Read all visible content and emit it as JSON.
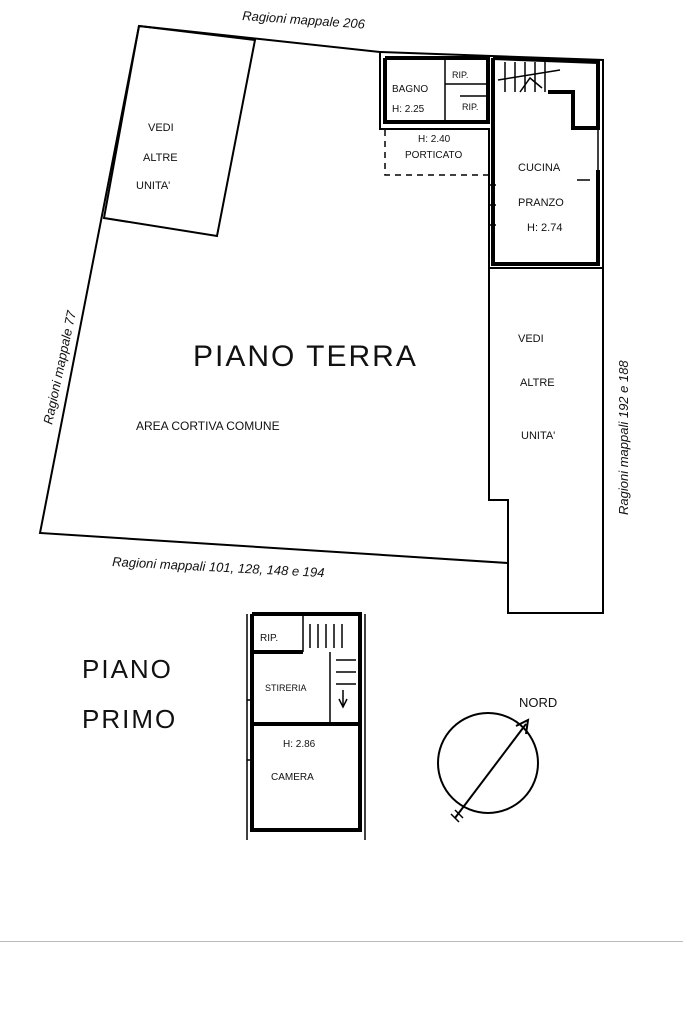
{
  "boundaries": {
    "top": "Ragioni mappale 206",
    "left": "Ragioni mappale 77",
    "right": "Ragioni mappali 192 e 188",
    "bottom": "Ragioni mappali 101, 128, 148 e 194"
  },
  "ground_floor": {
    "title": "PIANO TERRA",
    "courtyard": "AREA CORTIVA COMUNE",
    "other_units_nw": [
      "VEDI",
      "ALTRE",
      "UNITA'"
    ],
    "other_units_e": [
      "VEDI",
      "ALTRE",
      "UNITA'"
    ],
    "bagno": "BAGNO",
    "bagno_height": "H: 2.25",
    "rip_1": "RIP.",
    "rip_2": "RIP.",
    "portico_height": "H: 2.40",
    "porticato": "PORTICATO",
    "cucina": "CUCINA",
    "pranzo": "PRANZO",
    "pranzo_height": "H: 2.74"
  },
  "first_floor": {
    "title_line1": "PIANO",
    "title_line2": "PRIMO",
    "rip": "RIP.",
    "stireria": "STIRERIA",
    "camera_height": "H: 2.86",
    "camera": "CAMERA"
  },
  "north": {
    "label": "NORD"
  }
}
